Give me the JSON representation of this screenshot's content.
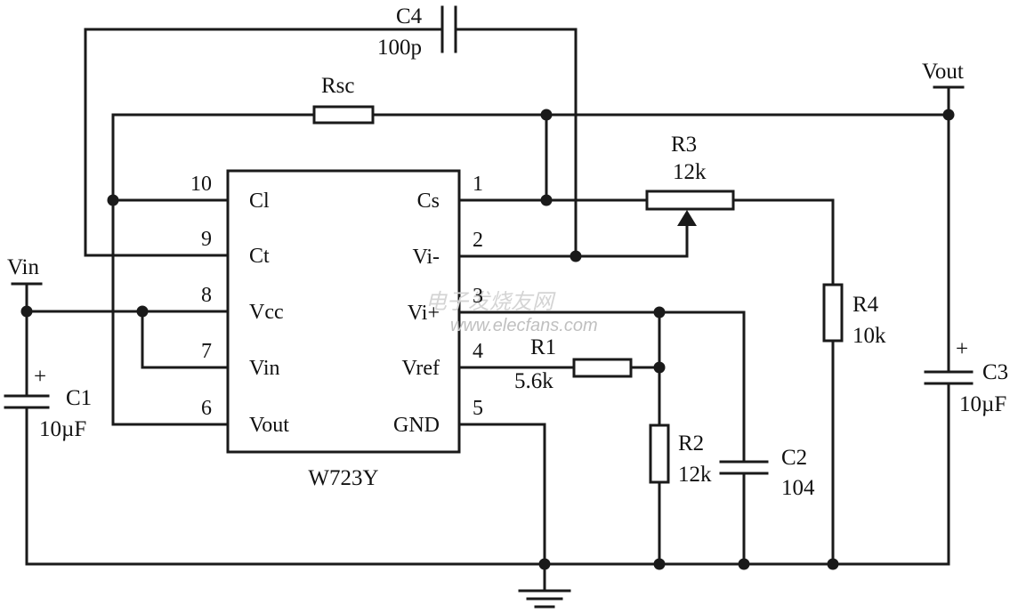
{
  "ic": {
    "name": "W723Y",
    "left_pins": [
      {
        "num": "10",
        "name": "Cl"
      },
      {
        "num": "9",
        "name": "Ct"
      },
      {
        "num": "8",
        "name": "Vcc"
      },
      {
        "num": "7",
        "name": "Vin"
      },
      {
        "num": "6",
        "name": "Vout"
      }
    ],
    "right_pins": [
      {
        "num": "1",
        "name": "Cs"
      },
      {
        "num": "2",
        "name": "Vi-"
      },
      {
        "num": "3",
        "name": "Vi+"
      },
      {
        "num": "4",
        "name": "Vref"
      },
      {
        "num": "5",
        "name": "GND"
      }
    ]
  },
  "components": {
    "c4": {
      "ref": "C4",
      "value": "100p"
    },
    "rsc": {
      "ref": "Rsc"
    },
    "r3": {
      "ref": "R3",
      "value": "12k"
    },
    "r4": {
      "ref": "R4",
      "value": "10k"
    },
    "r1": {
      "ref": "R1",
      "value": "5.6k"
    },
    "r2": {
      "ref": "R2",
      "value": "12k"
    },
    "c2": {
      "ref": "C2",
      "value": "104"
    },
    "c1": {
      "ref": "C1",
      "value": "10µF",
      "polarity": "+"
    },
    "c3": {
      "ref": "C3",
      "value": "10µF",
      "polarity": "+"
    }
  },
  "ports": {
    "vin": "Vin",
    "vout": "Vout"
  },
  "watermark": {
    "chinese": "电子发烧友网",
    "url": "www.elecfans.com"
  }
}
